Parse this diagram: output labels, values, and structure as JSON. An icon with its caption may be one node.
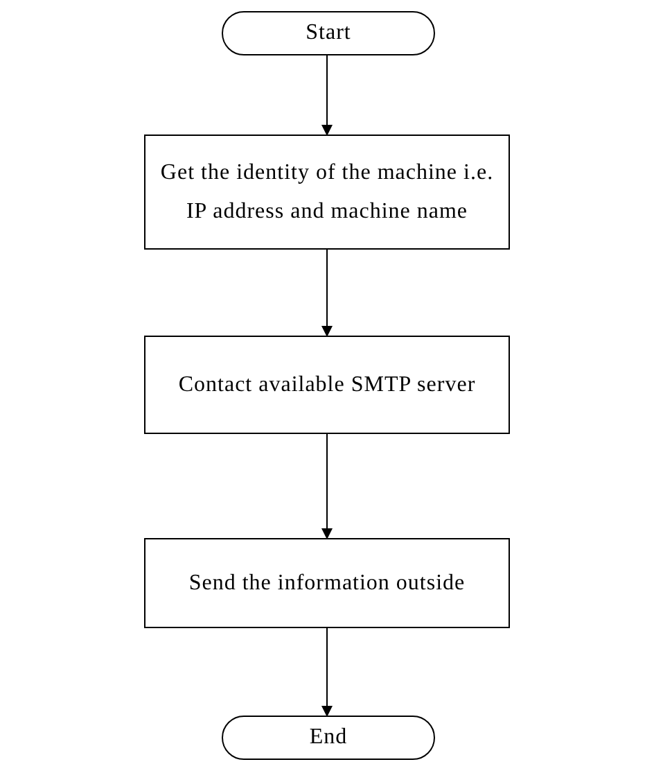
{
  "diagram": {
    "nodes": [
      {
        "text": [
          "Start"
        ]
      },
      {
        "text": [
          "Get the identity of the machine i.e. IP address and machine name"
        ]
      },
      {
        "text": [
          "Contact available SMTP server"
        ]
      },
      {
        "text": [
          "Send the information outside"
        ]
      },
      {
        "text": [
          "End"
        ]
      }
    ],
    "edges": [
      {
        "from": 0,
        "to": 1,
        "arrow": "to"
      },
      {
        "from": 1,
        "to": 2,
        "arrow": "to"
      },
      {
        "from": 2,
        "to": 3,
        "arrow": "to"
      },
      {
        "from": 3,
        "to": 4,
        "arrow": "to"
      }
    ]
  }
}
